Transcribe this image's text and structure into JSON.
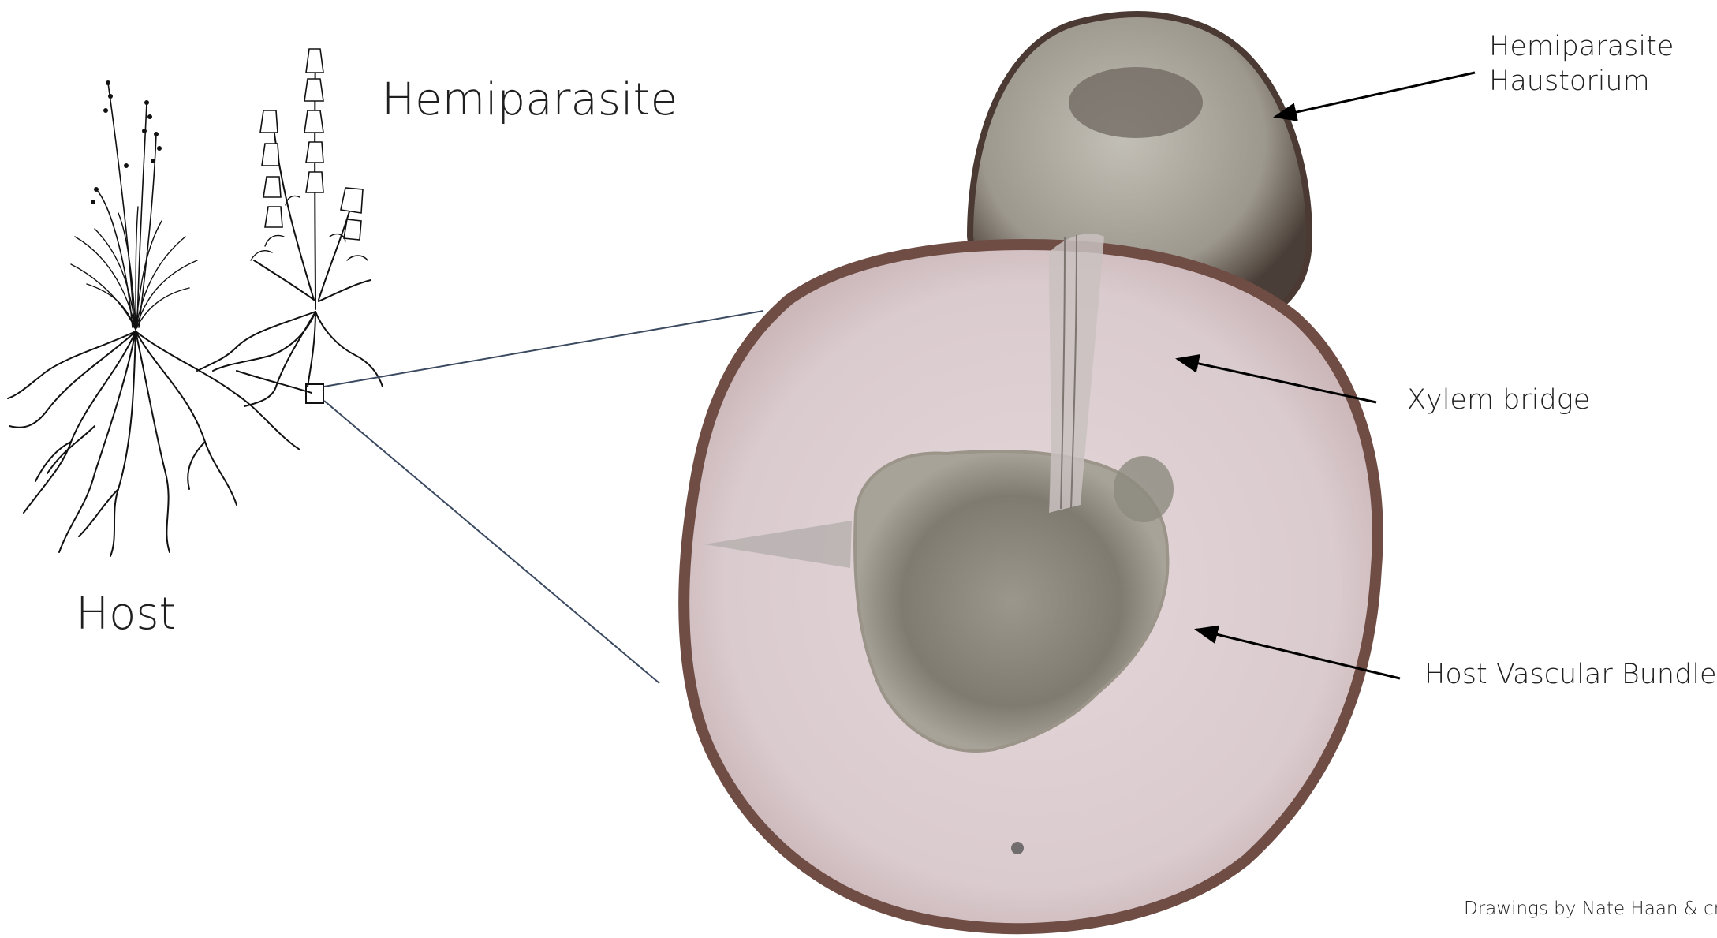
{
  "labels": {
    "hemiparasite_title": "Hemiparasite",
    "host_title": "Host",
    "haustorium_line1": "Hemiparasite",
    "haustorium_line2": "Haustorium",
    "xylem_bridge": "Xylem bridge",
    "host_vascular_bundle": "Host Vascular Bundle",
    "credit": "Drawings by Nate Haan & cr"
  },
  "colors": {
    "label_text": "#1f1f1f",
    "pointer_arrow": "#000000",
    "zoom_line": "#3b4a60",
    "cortex_fill": "#d9c9cd",
    "root_edge": "#6f4d45",
    "stele_fill": "#8a857a",
    "haustorium_fill": "#aeaba0",
    "haustorium_dark": "#3a312c"
  },
  "icons": {
    "host_plant": "grass-plant-drawing",
    "hemiparasite_plant": "flowering-plant-drawing",
    "zoom_box": "inset-box",
    "cross_section": "root-cross-section-micrograph"
  }
}
